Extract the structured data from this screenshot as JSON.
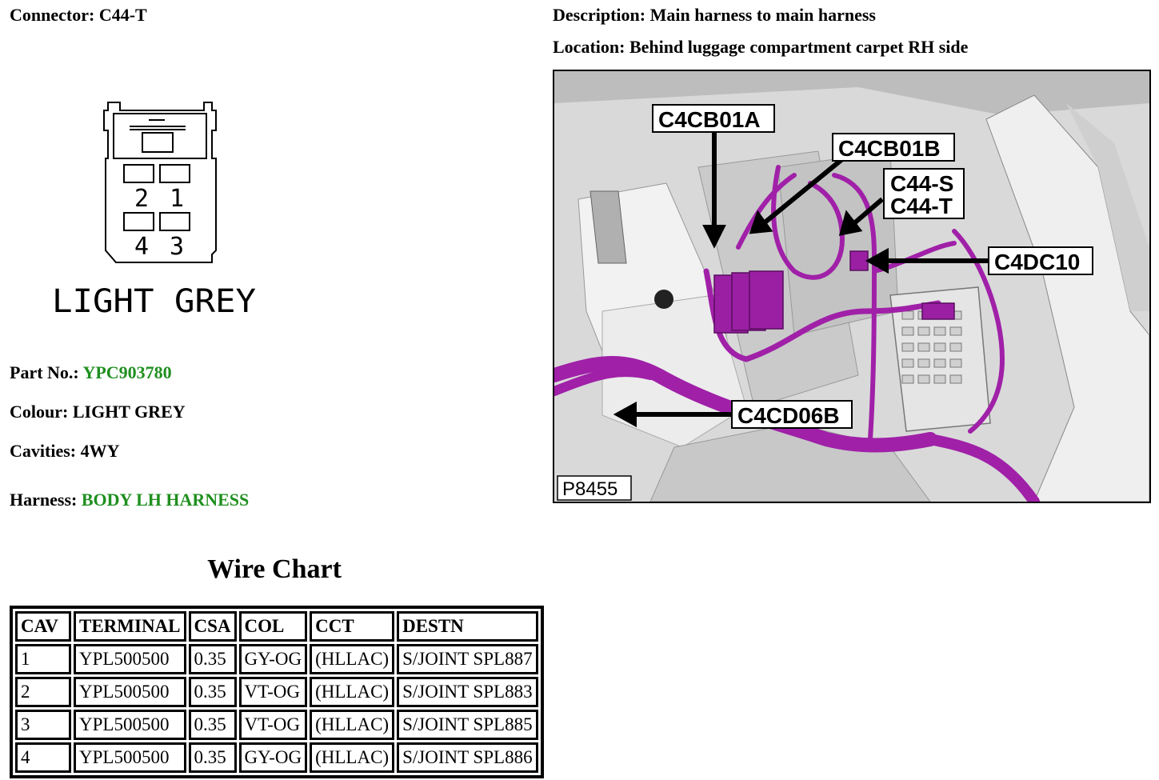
{
  "connector": {
    "label": "Connector:",
    "value": "C44-T"
  },
  "description": {
    "label": "Description:",
    "value": "Main harness to main harness"
  },
  "location": {
    "label": "Location:",
    "value": "Behind luggage compartment carpet RH side"
  },
  "diagram": {
    "colour_caption": "LIGHT GREY",
    "cavity_numbers": [
      "2",
      "1",
      "4",
      "3"
    ]
  },
  "part_no": {
    "label": "Part No.:",
    "value": "YPC903780"
  },
  "colour": {
    "label": "Colour:",
    "value": "LIGHT GREY"
  },
  "cavities": {
    "label": "Cavities:",
    "value": "4WY"
  },
  "harness": {
    "label": "Harness:",
    "value": "BODY LH HARNESS"
  },
  "photo": {
    "id_label": "P8455",
    "callouts": [
      "C4CB01A",
      "C4CB01B",
      "C44-S",
      "C44-T",
      "C4DC10",
      "C4CD06B"
    ],
    "harness_color": "#a020a8"
  },
  "wire_chart": {
    "title": "Wire Chart",
    "headers": [
      "CAV",
      "TERMINAL",
      "CSA",
      "COL",
      "CCT",
      "DESTN"
    ],
    "rows": [
      [
        "1",
        "YPL500500",
        "0.35",
        "GY-OG",
        "(HLLAC)",
        "S/JOINT SPL887"
      ],
      [
        "2",
        "YPL500500",
        "0.35",
        "VT-OG",
        "(HLLAC)",
        "S/JOINT SPL883"
      ],
      [
        "3",
        "YPL500500",
        "0.35",
        "VT-OG",
        "(HLLAC)",
        "S/JOINT SPL885"
      ],
      [
        "4",
        "YPL500500",
        "0.35",
        "GY-OG",
        "(HLLAC)",
        "S/JOINT SPL886"
      ]
    ]
  }
}
